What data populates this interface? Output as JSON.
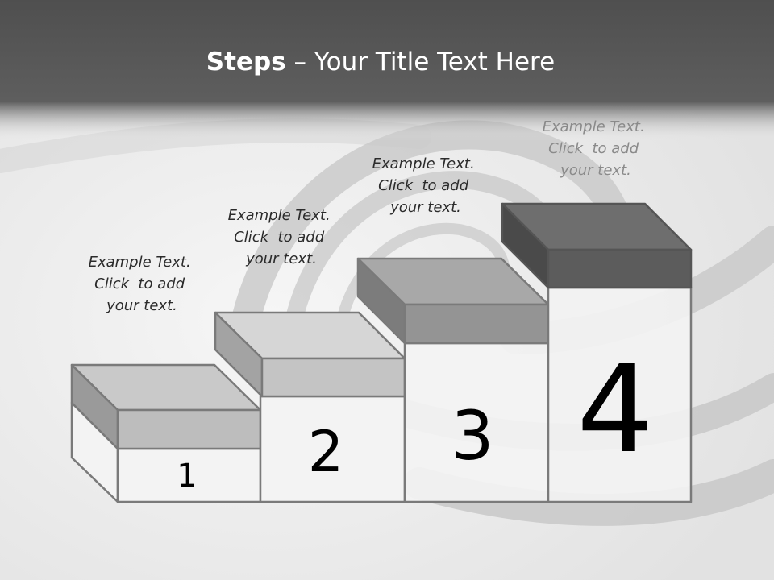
{
  "title": {
    "bold": "Steps",
    "rest": " – Your Title Text Here"
  },
  "steps": [
    {
      "number": "1",
      "caption": [
        "Example Text.",
        "Click  to add",
        "your text."
      ]
    },
    {
      "number": "2",
      "caption": [
        "Example Text.",
        "Click  to add",
        "your text."
      ]
    },
    {
      "number": "3",
      "caption": [
        "Example Text.",
        "Click  to add",
        "your text."
      ]
    },
    {
      "number": "4",
      "caption": [
        "Example Text.",
        "Click  to add",
        "your text."
      ]
    }
  ],
  "colors": {
    "header": "#5a5a5a",
    "background": "#ededed",
    "swirl": "#c4c4c4",
    "box_edge": "#7a7a7a",
    "step1_top": "#c9c9c9",
    "step2_top": "#d6d6d6",
    "step3_top": "#a8a8a8",
    "step4_top": "#6e6e6e"
  }
}
